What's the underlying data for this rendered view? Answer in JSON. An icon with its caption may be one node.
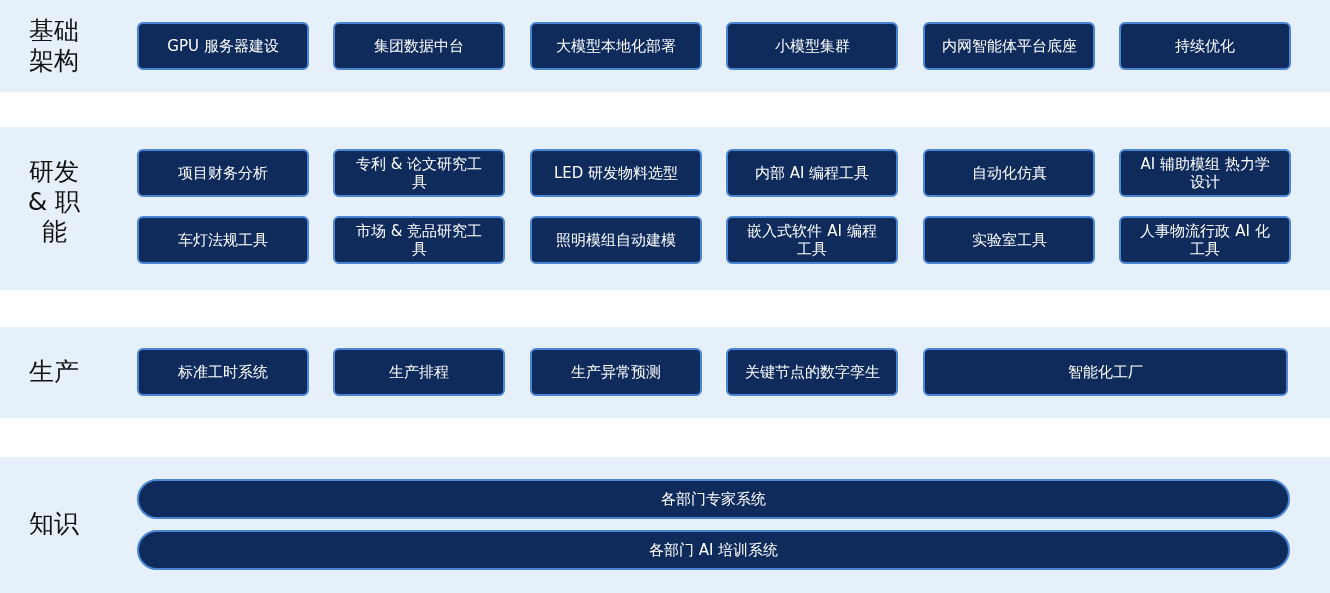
{
  "diagram": {
    "nodes": [
      {
        "text": [
          "基础架构"
        ]
      },
      {
        "text": [
          "GPU 服务器建设"
        ],
        "in": 0
      },
      {
        "text": [
          "集团数据中台"
        ],
        "in": 0
      },
      {
        "text": [
          "大模型本地化部署"
        ],
        "in": 0
      },
      {
        "text": [
          "小模型集群"
        ],
        "in": 0
      },
      {
        "text": [
          "内网智能体平台底座"
        ],
        "in": 0
      },
      {
        "text": [
          "持续优化"
        ],
        "in": 0
      },
      {
        "text": [
          "研发 & 职能"
        ]
      },
      {
        "text": [
          "项目财务分析"
        ],
        "in": 7
      },
      {
        "text": [
          "专利 & 论文研究工具"
        ],
        "in": 7
      },
      {
        "text": [
          "LED 研发物料选型"
        ],
        "in": 7
      },
      {
        "text": [
          "内部 AI 编程工具"
        ],
        "in": 7
      },
      {
        "text": [
          "自动化仿真"
        ],
        "in": 7
      },
      {
        "text": [
          "AI 辅助模组 热力学设计"
        ],
        "in": 7
      },
      {
        "text": [
          "车灯法规工具"
        ],
        "in": 7
      },
      {
        "text": [
          "市场 & 竞品研究工具"
        ],
        "in": 7
      },
      {
        "text": [
          "照明模组自动建模"
        ],
        "in": 7
      },
      {
        "text": [
          "嵌入式软件 AI 编程工具"
        ],
        "in": 7
      },
      {
        "text": [
          "实验室工具"
        ],
        "in": 7
      },
      {
        "text": [
          "人事物流行政 AI 化工具"
        ],
        "in": 7
      },
      {
        "text": [
          "生产"
        ]
      },
      {
        "text": [
          "标准工时系统"
        ],
        "in": 20
      },
      {
        "text": [
          "生产排程"
        ],
        "in": 20
      },
      {
        "text": [
          "生产异常预测"
        ],
        "in": 20
      },
      {
        "text": [
          "关键节点的数字孪生"
        ],
        "in": 20
      },
      {
        "text": [
          "智能化工厂"
        ],
        "in": 20
      },
      {
        "text": [
          "知识"
        ]
      },
      {
        "text": [
          "各部门专家系统"
        ],
        "in": 26
      },
      {
        "text": [
          "各部门 AI 培训系统"
        ],
        "in": 26
      }
    ],
    "edges": []
  }
}
